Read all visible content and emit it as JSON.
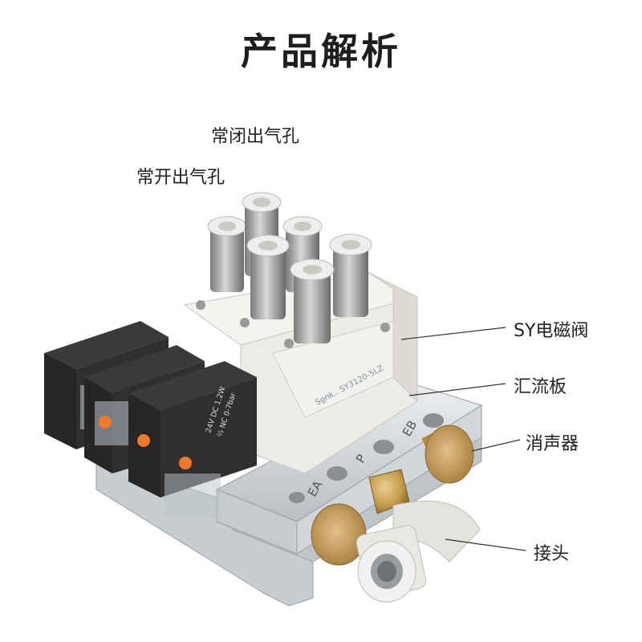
{
  "title": "产品解析",
  "callouts": {
    "normally_closed_outlet": "常闭出气孔",
    "normally_open_outlet": "常开出气孔",
    "sy_solenoid_valve": "SY电磁阀",
    "manifold": "汇流板",
    "silencer": "消声器",
    "fitting": "接头"
  },
  "product_markings": {
    "coil_rating": "24V DC 1.2W",
    "coil_spec": "⅔ NC 0-7bar",
    "manifold_port_ea": "EA",
    "manifold_port_p": "P",
    "manifold_port_eb": "EB"
  },
  "colors": {
    "background": "#ffffff",
    "title": "#1e1e1e",
    "valve_body": "#ecebe6",
    "manifold": "#d9dcdf",
    "coil": "#2b2b2b",
    "brass": "#c39a4a",
    "indicator": "#f07a2a"
  }
}
